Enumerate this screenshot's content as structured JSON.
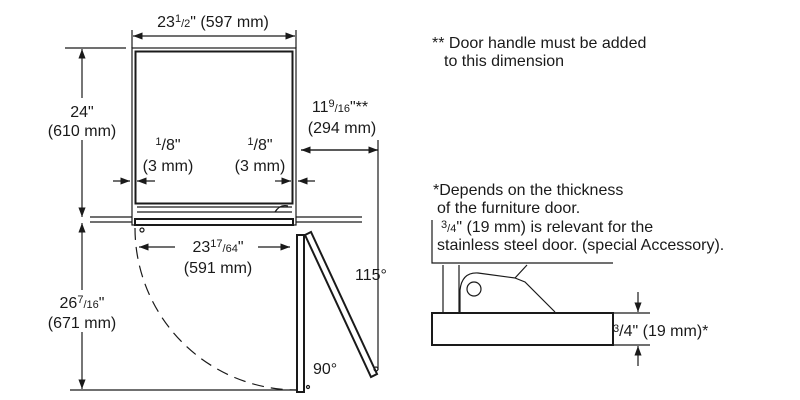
{
  "dims": {
    "width": {
      "whole": "23",
      "num": "1",
      "den": "2",
      "rest": "\" (597 mm)"
    },
    "height": {
      "line1": "24\"",
      "line2": "(610 mm)"
    },
    "gap_left": {
      "num": "1",
      "den": "8",
      "rest": "\"",
      "line2": "(3 mm)"
    },
    "gap_right": {
      "num": "1",
      "den": "8",
      "rest": "\"",
      "line2": "(3 mm)"
    },
    "handle": {
      "whole": "11",
      "num": "9",
      "den": "16",
      "rest": "\"**",
      "line2": "(294 mm)"
    },
    "inner_width": {
      "whole": "23",
      "num": "17",
      "den": "64",
      "rest": "\"",
      "line2": "(591 mm)"
    },
    "door_depth": {
      "whole": "26",
      "num": "7",
      "den": "16",
      "rest": "\"",
      "line2": "(671 mm)"
    },
    "angle_115": "115°",
    "angle_90": "90°"
  },
  "notes": {
    "handle_line1": "** Door handle must be added",
    "handle_line2": "to this dimension",
    "thickness_line1": "*Depends on the thickness",
    "thickness_line2": "of the furniture door.",
    "thickness_line3_num": "3",
    "thickness_line3_den": "4",
    "thickness_line3_rest": "\" (19 mm) is relevant for the",
    "thickness_line4": "stainless steel door. (special Accessory)."
  },
  "detail": {
    "num": "3",
    "den": "4",
    "rest": "\" (19 mm)*"
  }
}
